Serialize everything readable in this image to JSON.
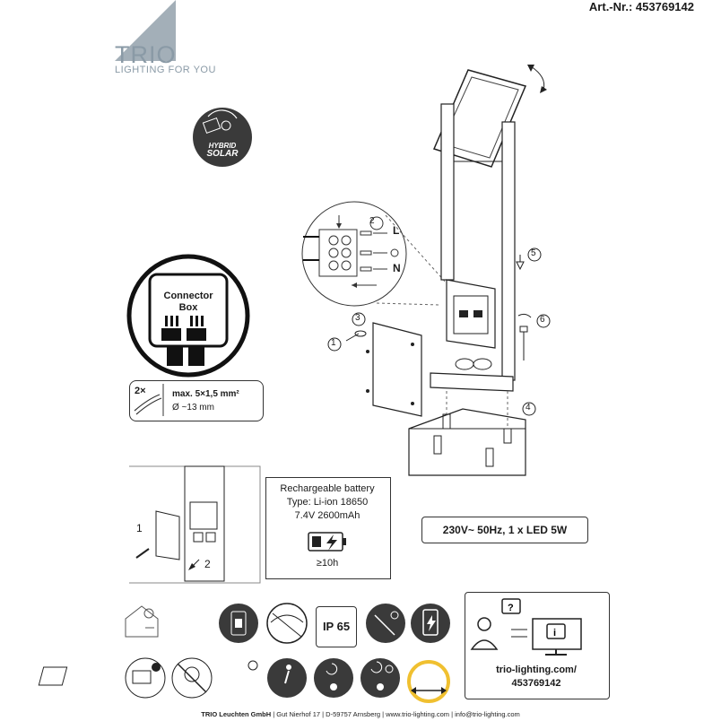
{
  "header": {
    "art_nr": "Art.-Nr.: 453769142"
  },
  "brand": {
    "name": "TRIO",
    "tagline": "LIGHTING FOR YOU",
    "accent": "#8a9aa6"
  },
  "badge": {
    "line1": "HYBRID",
    "line2": "SOLAR"
  },
  "connector": {
    "line1": "Connector",
    "line2": "Box"
  },
  "cable": {
    "count": "2×",
    "max": "max. 5×1,5 mm²",
    "diameter": "Ø ~13 mm"
  },
  "wiring": {
    "l": "L",
    "n": "N",
    "step2": "2"
  },
  "steps": {
    "s1": "1",
    "s2": "2",
    "s3": "3",
    "s4": "4",
    "s5": "5",
    "s6": "6"
  },
  "battery": {
    "title": "Rechargeable battery",
    "type": "Type: Li-ion 18650",
    "spec": "7.4V 2600mAh",
    "time": "≥10h"
  },
  "electrical": "230V~ 50Hz, 1 x LED 5W",
  "ip": "IP 65",
  "web": {
    "url": "trio-lighting.com/",
    "code": "453769142"
  },
  "footer": {
    "company": "TRIO Leuchten GmbH",
    "rest": " | Gut Nierhof 17 | D-59757 Arnsberg | www.trio-lighting.com | info@trio-lighting.com"
  }
}
